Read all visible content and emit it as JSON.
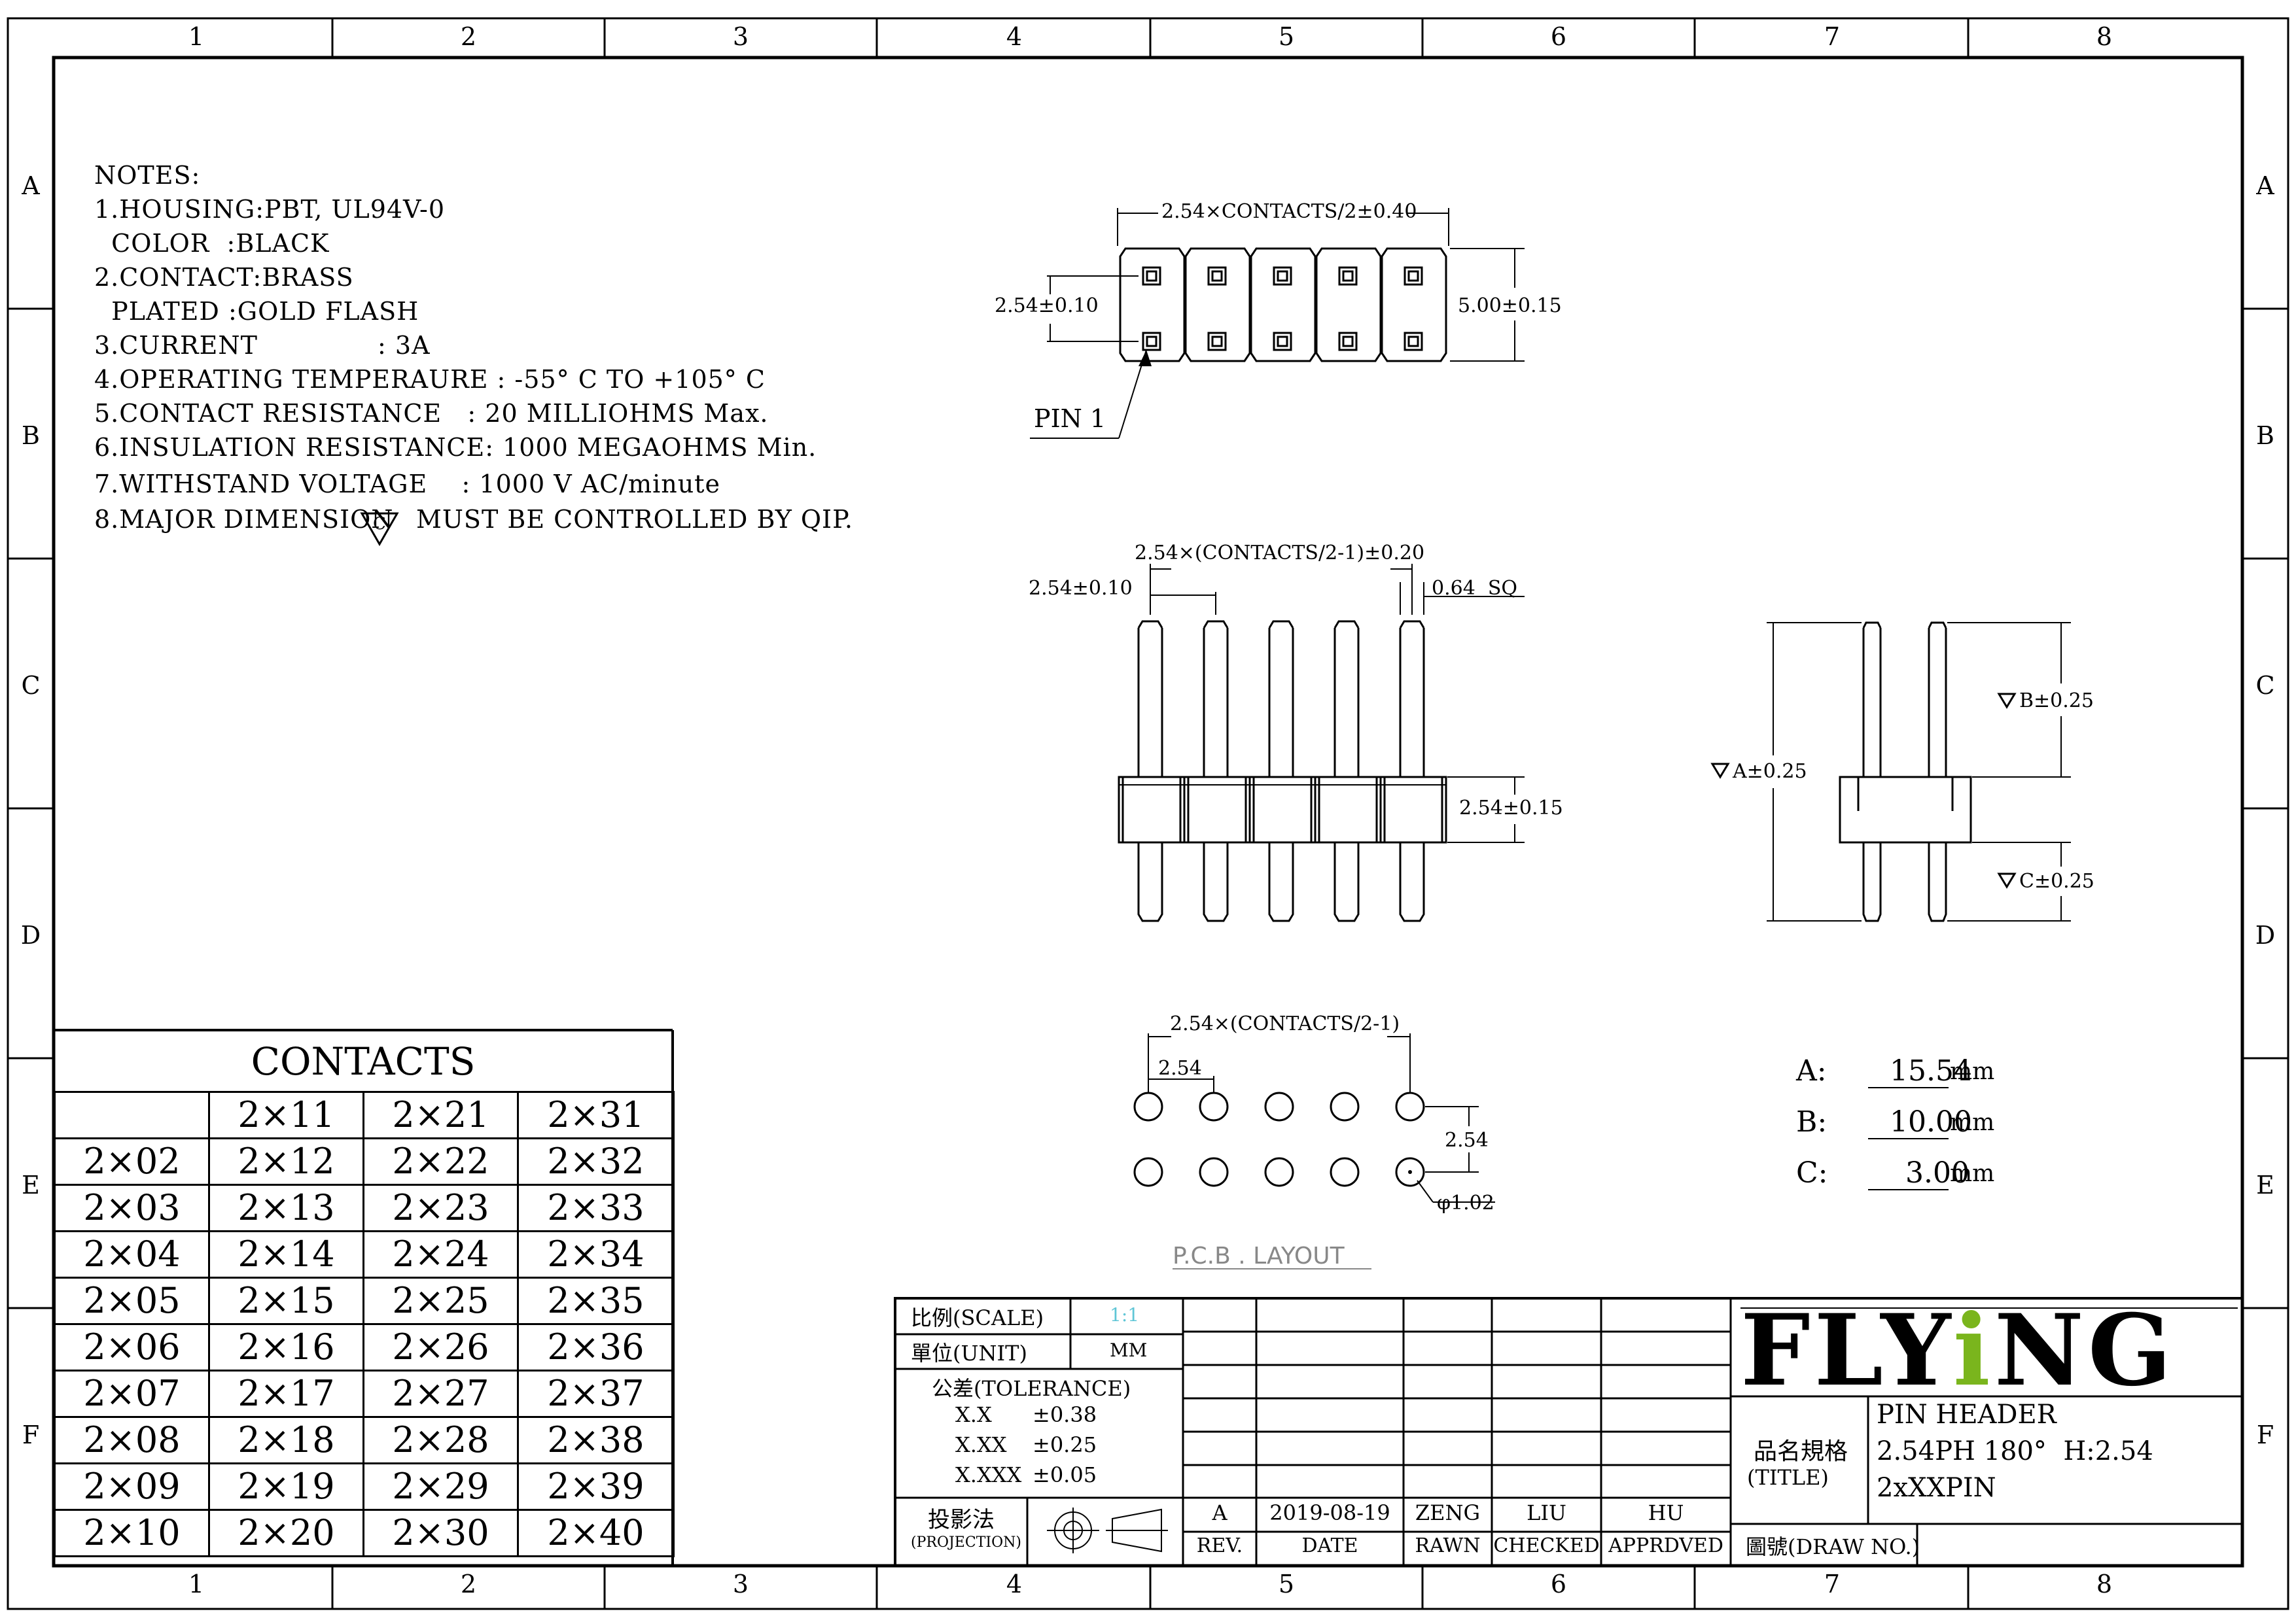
{
  "zones": {
    "columns": [
      "1",
      "2",
      "3",
      "4",
      "5",
      "6",
      "7",
      "8"
    ],
    "rows": [
      "A",
      "B",
      "C",
      "D",
      "E",
      "F"
    ]
  },
  "notes": {
    "heading": "NOTES:",
    "lines": [
      "1.HOUSING:PBT, UL94V-0",
      "  COLOR  :BLACK",
      "2.CONTACT:BRASS",
      "  PLATED :GOLD FLASH",
      "3.CURRENT              : 3A",
      "4.OPERATING TEMPERAURE : -55° C TO +105° C",
      "5.CONTACT RESISTANCE   : 20 MILLIOHMS Max.",
      "6.INSULATION RESISTANCE: 1000 MEGAOHMS Min.",
      "7.WITHSTAND VOLTAGE    : 1000 V AC/minute"
    ],
    "line8_a": "8.MAJOR DIMENSION",
    "line8_symbol": "C",
    "line8_b": "MUST BE CONTROLLED BY QIP."
  },
  "top_view": {
    "dim_width": "2.54×CONTACTS/2±0.40",
    "dim_pitch": "2.54±0.10",
    "dim_height": "5.00±0.15",
    "pin1_label": "PIN 1"
  },
  "front_view": {
    "dim_span": "2.54×(CONTACTS/2-1)±0.20",
    "dim_pitch": "2.54±0.10",
    "dim_square": "0.64  SQ",
    "dim_body": "2.54±0.15"
  },
  "side_view": {
    "dim_a": "A±0.25",
    "dim_b": "B±0.25",
    "dim_c": "C±0.25"
  },
  "pcb_layout": {
    "dim_span": "2.54×(CONTACTS/2-1)",
    "dim_pitch_x": "2.54",
    "dim_pitch_y": "2.54",
    "dim_hole": "φ1.02",
    "label": "P.C.B . LAYOUT"
  },
  "dimension_values": [
    {
      "label": "A:",
      "value": "15.54",
      "unit": "mm"
    },
    {
      "label": "B:",
      "value": "10.00",
      "unit": "mm"
    },
    {
      "label": "C:",
      "value": "3.00",
      "unit": "mm"
    }
  ],
  "contacts_table": {
    "title": "CONTACTS",
    "rows": [
      [
        "",
        "2×11",
        "2×21",
        "2×31"
      ],
      [
        "2×02",
        "2×12",
        "2×22",
        "2×32"
      ],
      [
        "2×03",
        "2×13",
        "2×23",
        "2×33"
      ],
      [
        "2×04",
        "2×14",
        "2×24",
        "2×34"
      ],
      [
        "2×05",
        "2×15",
        "2×25",
        "2×35"
      ],
      [
        "2×06",
        "2×16",
        "2×26",
        "2×36"
      ],
      [
        "2×07",
        "2×17",
        "2×27",
        "2×37"
      ],
      [
        "2×08",
        "2×18",
        "2×28",
        "2×38"
      ],
      [
        "2×09",
        "2×19",
        "2×29",
        "2×39"
      ],
      [
        "2×10",
        "2×20",
        "2×30",
        "2×40"
      ]
    ]
  },
  "title_block": {
    "scale_label": "比例(SCALE)",
    "scale_value": "1:1",
    "unit_label": "單位(UNIT)",
    "unit_value": "MM",
    "tolerance_label": "公差(TOLERANCE)",
    "tol_x_label": "X.X",
    "tol_x_value": "±0.38",
    "tol_xx_label": "X.XX",
    "tol_xx_value": "±0.25",
    "tol_xxx_label": "X.XXX",
    "tol_xxx_value": "±0.05",
    "projection_label": "投影法",
    "projection_sub": "(PROJECTION)",
    "rev_row": [
      "A",
      "2019-08-19",
      "ZENG",
      "LIU",
      "HU"
    ],
    "header_row": [
      "REV.",
      "DATE",
      "RAWN",
      "CHECKED",
      "APPRDVED"
    ],
    "logo_a": "FLY",
    "logo_i": "i",
    "logo_b": "NG",
    "title_label": "品名規格",
    "title_sub": "(TITLE)",
    "title_lines": [
      "PIN HEADER",
      "2.54PH 180°  H:2.54",
      "2xXXPIN"
    ],
    "drawno_label": "圖號(DRAW NO.)",
    "logo_green": "#7ab51d",
    "scale_color": "#5fc6d6"
  }
}
